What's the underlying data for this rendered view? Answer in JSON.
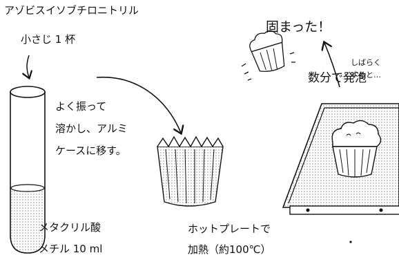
{
  "labels": {
    "reagent_name": "アゾビスイソブチロニトリル",
    "reagent_amount": "小さじ 1 杯",
    "instruction_shake": "よく振って",
    "instruction_dissolve": "溶かし、アルミ",
    "instruction_transfer": "ケースに移す。",
    "solvent_name": "メタクリル酸",
    "solvent_amount": "メチル  10 ml",
    "heating_line1": "ホットプレートで",
    "heating_line2": "加熱（約100℃）",
    "foaming": "数分で発泡",
    "after_while_1": "しばらく",
    "after_while_2": "すると…",
    "solidified": "固まった！"
  }
}
